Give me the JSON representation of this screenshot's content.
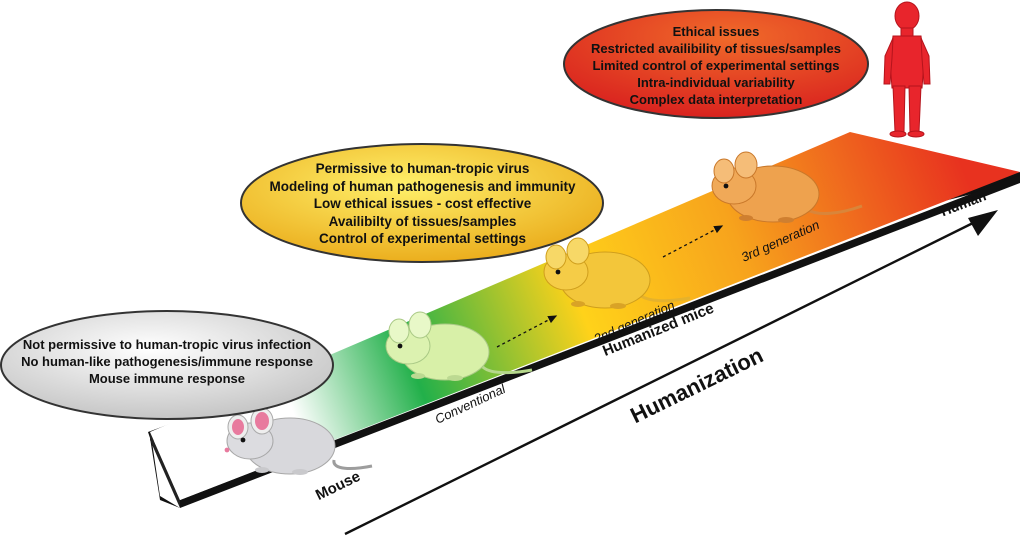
{
  "bubbles": {
    "mouse": [
      "Not permissive to human-tropic virus infection",
      "No human-like pathogenesis/immune response",
      "Mouse immune response"
    ],
    "humanized": [
      "Permissive to human-tropic virus",
      "Modeling of human pathogenesis and immunity",
      "Low ethical issues - cost effective",
      "Availibilty of tissues/samples",
      "Control of experimental settings"
    ],
    "human": [
      "Ethical issues",
      "Restricted availibility of tissues/samples",
      "Limited control of experimental settings",
      "Intra-individual variability",
      "Complex data interpretation"
    ]
  },
  "platform_labels": {
    "mouse": "Mouse",
    "humanized": "Humanized mice",
    "human": "Human"
  },
  "stage_labels": {
    "conventional": "Conventional",
    "second": "2nd generation",
    "third": "3rd generation"
  },
  "axis_label": "Humanization",
  "colors": {
    "platform_start": "#ffffff",
    "platform_green": "#22b04a",
    "platform_yellow": "#ffd21a",
    "platform_red": "#e8321f",
    "bubble_gray": "#d6d6d6",
    "bubble_yellow": "#f6c21b",
    "bubble_red": "#e7331f",
    "mouse_gray": "#d8d8dc",
    "mouse_pale_green": "#d8f0a8",
    "mouse_yellow": "#f3c63a",
    "mouse_orange": "#eea24e",
    "human_red": "#e8252c"
  }
}
